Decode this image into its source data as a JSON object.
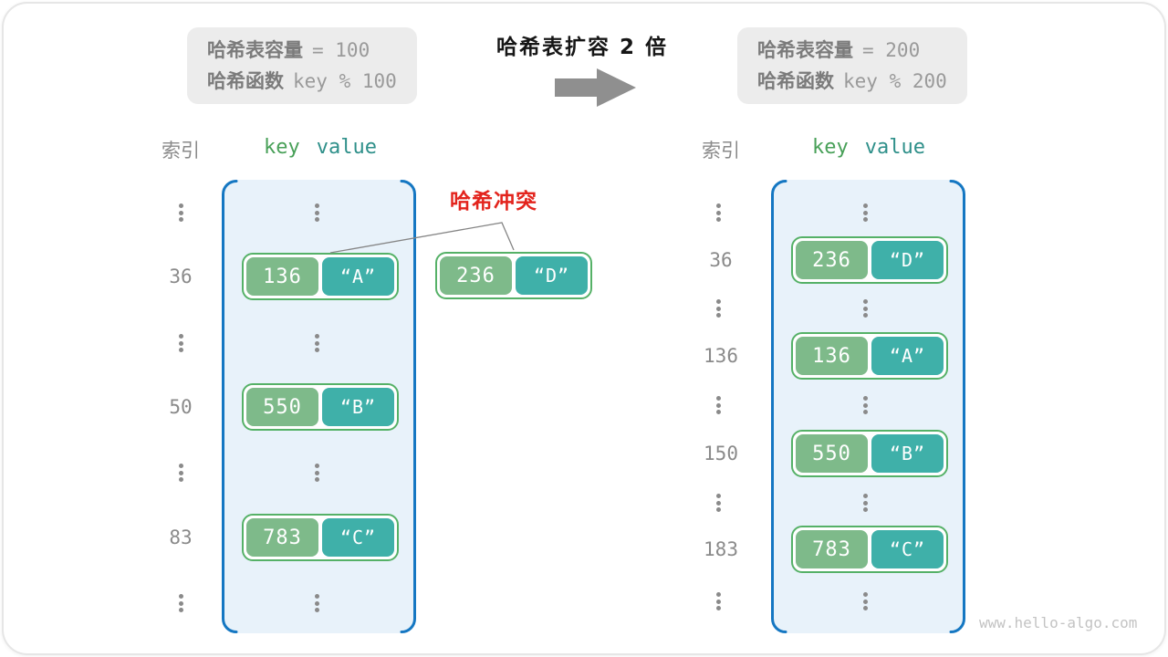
{
  "diagram_title": "哈希表扩容 2 倍",
  "before_box": {
    "capacity_label": "哈希表容量",
    "capacity_value": "= 100",
    "function_label": "哈希函数",
    "function_value": "key % 100"
  },
  "after_box": {
    "capacity_label": "哈希表容量",
    "capacity_value": "= 200",
    "function_label": "哈希函数",
    "function_value": "key % 200"
  },
  "collision": {
    "label": "哈希冲突",
    "pair": {
      "key": "236",
      "value": "“D”"
    }
  },
  "before_table": {
    "index_header": "索引",
    "key_header": "key",
    "value_header": "value",
    "entries": [
      {
        "index": "36",
        "key": "136",
        "value": "“A”"
      },
      {
        "index": "50",
        "key": "550",
        "value": "“B”"
      },
      {
        "index": "83",
        "key": "783",
        "value": "“C”"
      }
    ]
  },
  "after_table": {
    "index_header": "索引",
    "key_header": "key",
    "value_header": "value",
    "entries": [
      {
        "index": "36",
        "key": "236",
        "value": "“D”"
      },
      {
        "index": "136",
        "key": "136",
        "value": "“A”"
      },
      {
        "index": "150",
        "key": "550",
        "value": "“B”"
      },
      {
        "index": "183",
        "key": "783",
        "value": "“C”"
      }
    ]
  },
  "watermark": "www.hello-algo.com",
  "colors": {
    "container_border": "#1577c2",
    "container_bg": "#e8f2fa",
    "key_bg": "#7eba8a",
    "value_bg": "#3fb0a9",
    "pair_border": "#55b167",
    "key_header": "#48a058",
    "value_header": "#2f908a",
    "collision_red": "#e3241d",
    "arrow_gray": "#8f8f8f",
    "info_box_bg": "#ececec",
    "text_gray": "#8a8a8a"
  }
}
